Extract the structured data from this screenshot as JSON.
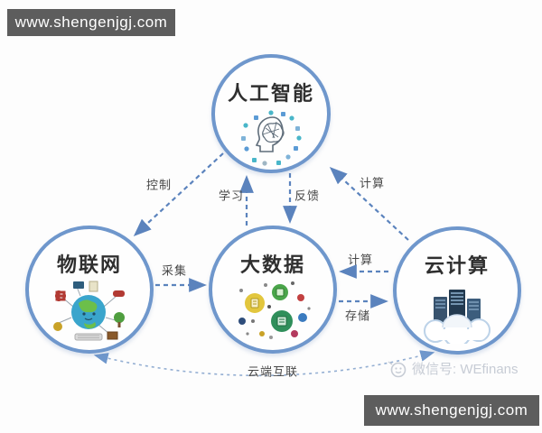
{
  "watermarks": {
    "top_bar": "www.shengenjgj.com",
    "bottom_bar": "www.shengenjgj.com",
    "wechat": "微信号: WEfinans",
    "wechat_icon": "wechat-smiley-icon"
  },
  "nodes": [
    {
      "id": "ai",
      "label": "人工智能",
      "icon": "ai-head-brain-icon"
    },
    {
      "id": "iot",
      "label": "物联网",
      "icon": "iot-globe-icon"
    },
    {
      "id": "bigdata",
      "label": "大数据",
      "icon": "bigdata-bubbles-icon"
    },
    {
      "id": "cloud",
      "label": "云计算",
      "icon": "cloud-servers-icon"
    }
  ],
  "edges": [
    {
      "from": "ai",
      "to": "iot",
      "label": "控制",
      "style": "dashed"
    },
    {
      "from": "bigdata",
      "to": "ai",
      "label": "学习",
      "style": "dashed"
    },
    {
      "from": "ai",
      "to": "bigdata",
      "label": "反馈",
      "style": "dashed"
    },
    {
      "from": "cloud",
      "to": "ai",
      "label": "计算",
      "style": "dashed"
    },
    {
      "from": "iot",
      "to": "bigdata",
      "label": "采集",
      "style": "dashed"
    },
    {
      "from": "cloud",
      "to": "bigdata",
      "label": "计算",
      "style": "dashed"
    },
    {
      "from": "bigdata",
      "to": "cloud",
      "label": "存储",
      "style": "dashed"
    },
    {
      "from": "iot",
      "to": "cloud",
      "label": "云端互联",
      "style": "dotted-arc",
      "bidirectional": true
    }
  ],
  "colors": {
    "circle_border": "#6f97cc",
    "arrow": "#5b83bd",
    "arc": "#93aed2",
    "edge_label_text": "#474747",
    "node_label_text": "#2f2f2f",
    "watermark_bar_bg": "#5d5d5d",
    "watermark_bar_text": "#ffffff",
    "wechat_watermark_text": "#c7ccd5"
  }
}
